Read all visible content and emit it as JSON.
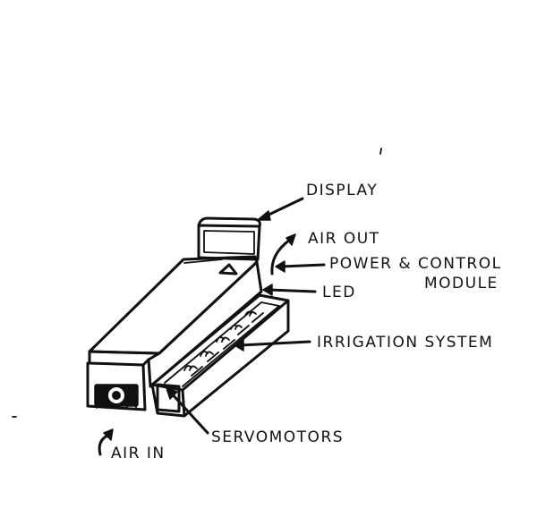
{
  "labels": {
    "display": "DISPLAY",
    "air_out": "AIR OUT",
    "power_control_1": "POWER & CONTROL",
    "power_control_2": "MODULE",
    "led": "LED",
    "irrigation": "IRRIGATION SYSTEM",
    "servomotors": "SERVOMOTORS",
    "air_in": "AIR IN"
  },
  "colors": {
    "ink": "#111111",
    "paper": "#ffffff"
  }
}
